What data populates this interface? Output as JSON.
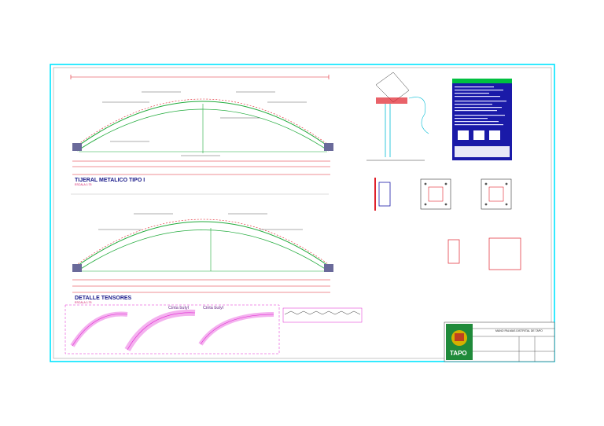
{
  "drawing": {
    "truss_title": "TIJERAL METALICO TIPO I",
    "truss_scale": "ESCALA 1:75",
    "tensor_title": "DETALLE TENSORES",
    "tensor_scale": "ESCALA 1:75",
    "cinta_labels": [
      "Cinta butyl",
      "Cinta butyl"
    ]
  },
  "title_block": {
    "project": "MANO PALMAS DISTRITAL DE TAPO",
    "logo_text": "TAPO"
  },
  "colors": {
    "frame": "#00e5ff",
    "truss_green": "#1faa3a",
    "truss_red": "#e0202a",
    "tensor_magenta": "#e020d0",
    "title_blue": "#1a1a8a"
  }
}
